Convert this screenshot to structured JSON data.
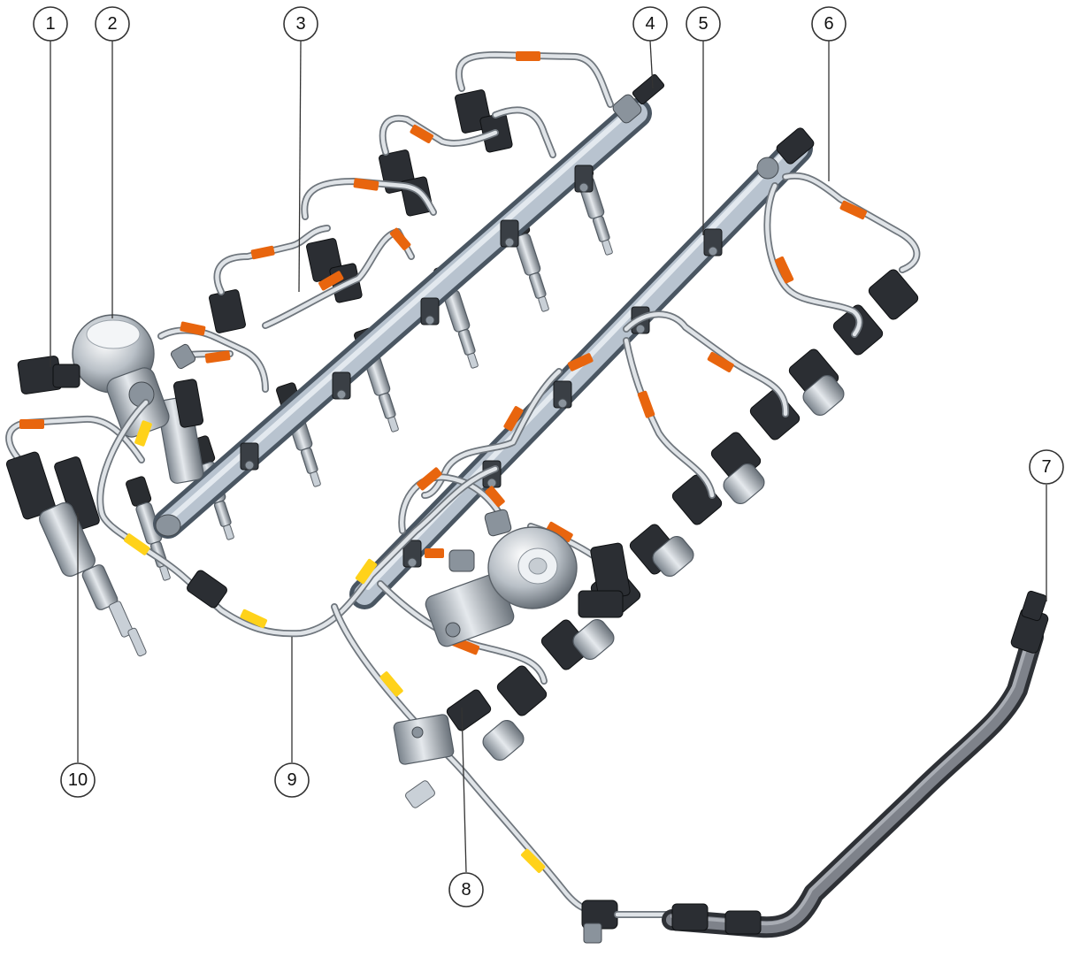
{
  "callouts": [
    {
      "id": "1",
      "label": "1"
    },
    {
      "id": "2",
      "label": "2"
    },
    {
      "id": "3",
      "label": "3"
    },
    {
      "id": "4",
      "label": "4"
    },
    {
      "id": "5",
      "label": "5"
    },
    {
      "id": "6",
      "label": "6"
    },
    {
      "id": "7",
      "label": "7"
    },
    {
      "id": "8",
      "label": "8"
    },
    {
      "id": "9",
      "label": "9"
    },
    {
      "id": "10",
      "label": "10"
    }
  ],
  "colors": {
    "high_pressure_flow": "#e8650e",
    "low_pressure_flow": "#ffd21a",
    "rail_metal": "#b8c3cf",
    "feed_hose": "#7e828a"
  }
}
